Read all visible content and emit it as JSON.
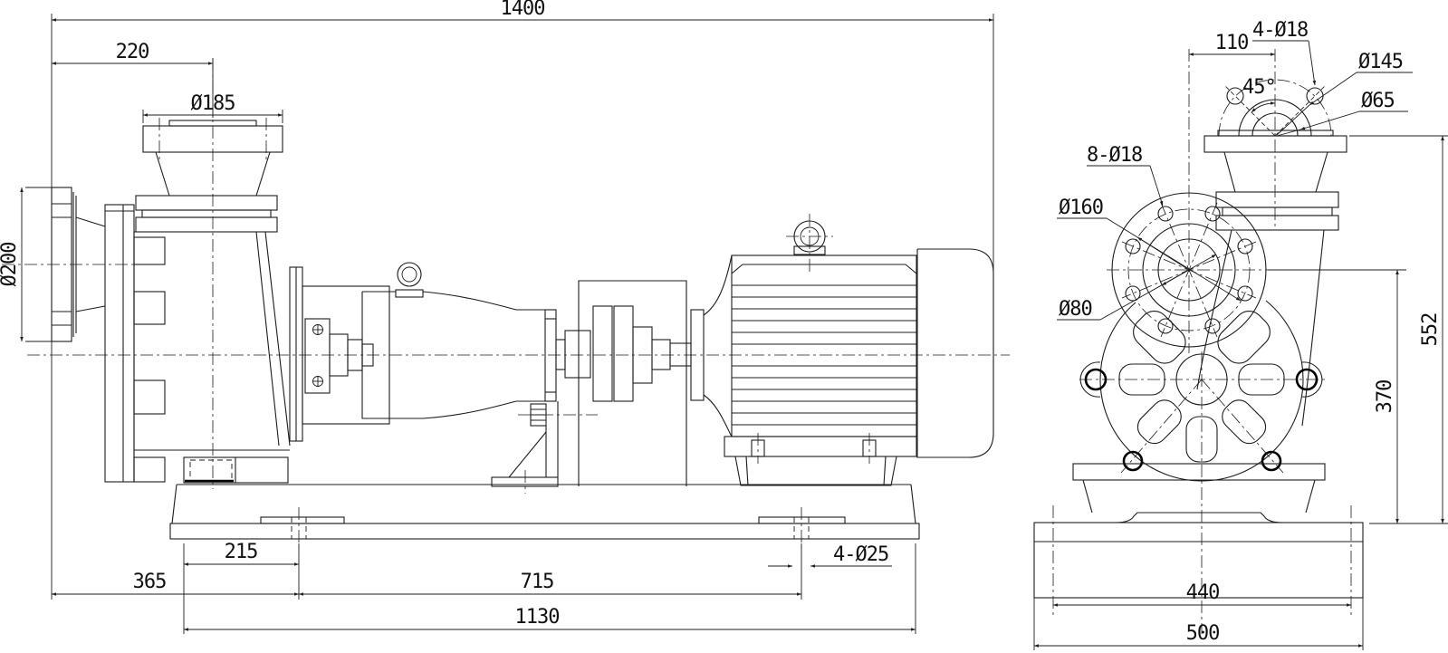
{
  "drawing": {
    "kind": "pump-assembly-installation-drawing",
    "views": {
      "left": "side-elevation",
      "right": "end-elevation"
    },
    "line_color": "#1c1c1c",
    "background": "#ffffff",
    "dims": {
      "overall_length": "1400",
      "suction_face_to_discharge_axis": "220",
      "discharge_flange_od": "Ø185",
      "suction_flange_od": "Ø200",
      "suction_face_to_first_anchor": "365",
      "base_end_to_anchor": "215",
      "anchor_spacing": "715",
      "base_length": "1130",
      "anchor_holes": "4-Ø25",
      "axis_offset": "110",
      "discharge_bolt_holes": "4-Ø18",
      "discharge_bolt_circle": "Ø145",
      "discharge_bore": "Ø65",
      "discharge_bolt_angle": "45°",
      "suction_bolt_holes": "8-Ø18",
      "suction_bolt_circle": "Ø160",
      "suction_bore": "Ø80",
      "height_to_discharge_face": "552",
      "height_to_suction_axis": "370",
      "foot_bolt_spacing": "440",
      "base_width": "500"
    }
  }
}
